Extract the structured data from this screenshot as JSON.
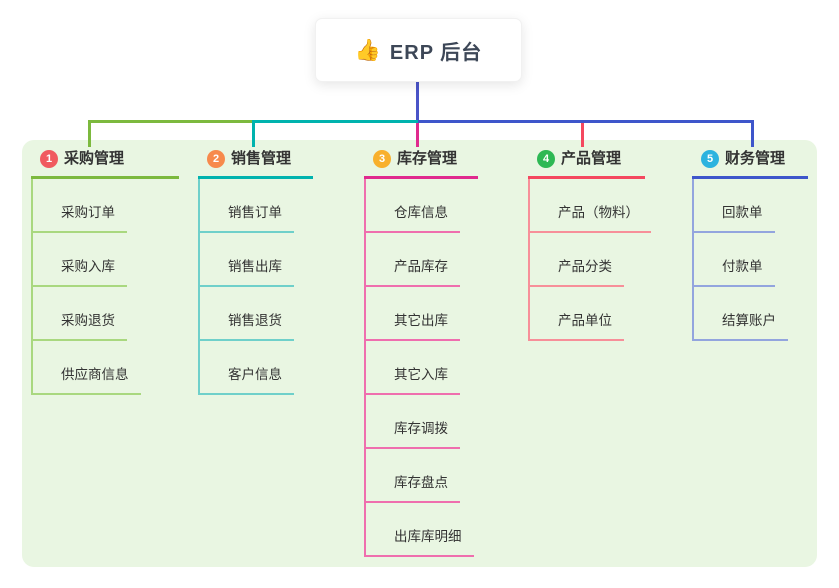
{
  "root": {
    "icon": "👍",
    "label": "ERP 后台"
  },
  "colors": {
    "canvas_bg": "#ffffff",
    "panel_bg": "#e9f6e2",
    "root_line": "#4a54c8",
    "text": "#333333"
  },
  "branches": [
    {
      "num": "1",
      "title": "采购管理",
      "badge_color": "#f05a5f",
      "line_color": "#7cb93e",
      "child_line_color": "#a9d87f",
      "children": [
        "采购订单",
        "采购入库",
        "采购退货",
        "供应商信息"
      ]
    },
    {
      "num": "2",
      "title": "销售管理",
      "badge_color": "#f78a4c",
      "line_color": "#00b3ae",
      "child_line_color": "#6fd0ca",
      "children": [
        "销售订单",
        "销售出库",
        "销售退货",
        "客户信息"
      ]
    },
    {
      "num": "3",
      "title": "库存管理",
      "badge_color": "#f8b02c",
      "line_color": "#e02a8e",
      "child_line_color": "#ef6eae",
      "children": [
        "仓库信息",
        "产品库存",
        "其它出库",
        "其它入库",
        "库存调拨",
        "库存盘点",
        "出库库明细"
      ]
    },
    {
      "num": "4",
      "title": "产品管理",
      "badge_color": "#2eb854",
      "line_color": "#f4485f",
      "child_line_color": "#f78f99",
      "children": [
        "产品（物料）",
        "产品分类",
        "产品单位"
      ]
    },
    {
      "num": "5",
      "title": "财务管理",
      "badge_color": "#2cb3df",
      "line_color": "#3e56cb",
      "child_line_color": "#93a5de",
      "children": [
        "回款单",
        "付款单",
        "结算账户"
      ]
    }
  ]
}
